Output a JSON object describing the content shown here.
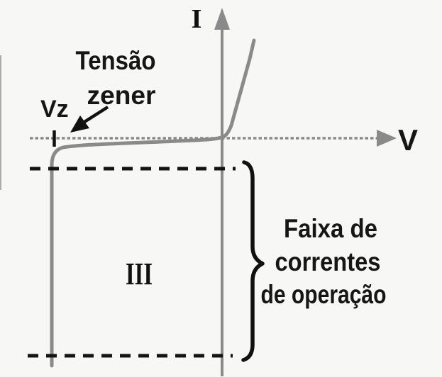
{
  "diagram": {
    "labels": {
      "y_axis": "I",
      "x_axis": "V",
      "vz": "Vz",
      "zener_voltage_line1": "Tensão",
      "zener_voltage_line2": "zener",
      "quadrant": "III",
      "operating_range_line1": "Faixa de",
      "operating_range_line2": "correntes",
      "operating_range_line3": "de operação"
    },
    "colors": {
      "background": "#f7f7f5",
      "ink": "#161616",
      "curve_gray": "#8a8a8a"
    },
    "icons": {
      "callout_arrow": "arrow pointing down-left at zener knee",
      "range_brace": "right curly brace marking operating current range",
      "axis_arrows": "gray arrowheads on I and V axes"
    },
    "description": "Zener diode I-V characteristic: breakdown at Vz in quadrant III, dashed lines bounding the operating current range"
  }
}
